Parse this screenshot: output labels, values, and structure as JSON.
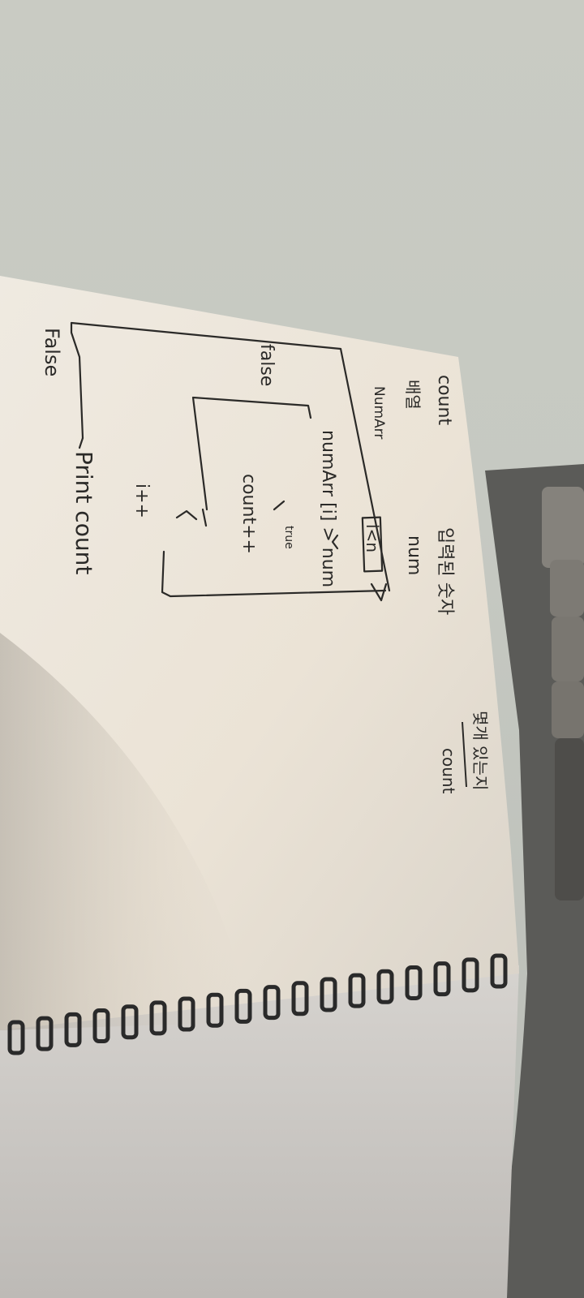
{
  "photo": {
    "wall_color": "#c7c9c1",
    "paper_color": "#ece7de",
    "ink_color": "#2b2a28",
    "spiral_color": "#2a2a2a"
  },
  "notes": {
    "vars": [
      "count",
      "배열",
      "NumArr"
    ],
    "cond_title": "입력된 숫자",
    "cond_var": "num",
    "loop_cond": "i<n",
    "false_inner": "false",
    "check": "numArr [i] > num",
    "true_label": "true",
    "increment": "count++",
    "step": "i++",
    "false_outer": "False",
    "output": "Print count",
    "side_note": "몇개 있는지",
    "side_var": "count"
  }
}
